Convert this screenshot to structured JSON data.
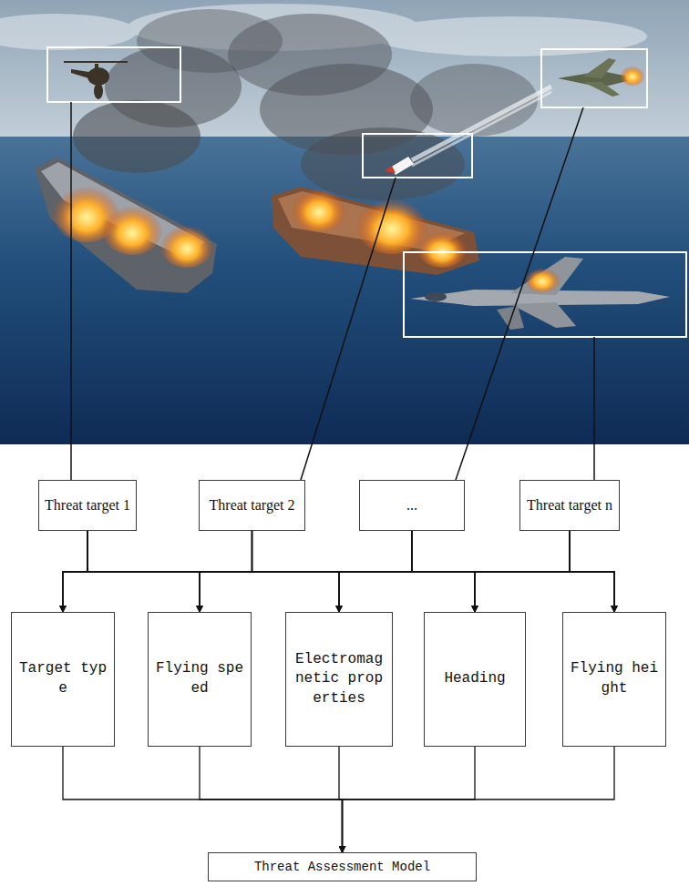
{
  "diagram": {
    "nodes": [
      {
        "text": [
          "Threat target 1"
        ]
      },
      {
        "text": [
          "Threat target 2"
        ]
      },
      {
        "text": [
          "..."
        ]
      },
      {
        "text": [
          "Threat target n"
        ]
      },
      {
        "text": [
          "Target type"
        ]
      },
      {
        "text": [
          "Flying speed"
        ]
      },
      {
        "text": [
          "Electromagnetic properties"
        ]
      },
      {
        "text": [
          "Heading"
        ]
      },
      {
        "text": [
          "Flying height"
        ]
      },
      {
        "text": [
          "Threat Assessment Model"
        ]
      }
    ],
    "edges": [
      {
        "from": 0,
        "to": 4,
        "arrow": "to"
      },
      {
        "from": 0,
        "to": 5,
        "arrow": "to"
      },
      {
        "from": 0,
        "to": 6,
        "arrow": "to"
      },
      {
        "from": 0,
        "to": 7,
        "arrow": "to"
      },
      {
        "from": 0,
        "to": 8,
        "arrow": "to"
      },
      {
        "from": 1,
        "to": 4,
        "arrow": "to"
      },
      {
        "from": 1,
        "to": 5,
        "arrow": "to"
      },
      {
        "from": 1,
        "to": 6,
        "arrow": "to"
      },
      {
        "from": 1,
        "to": 7,
        "arrow": "to"
      },
      {
        "from": 1,
        "to": 8,
        "arrow": "to"
      },
      {
        "from": 2,
        "to": 4,
        "arrow": "to"
      },
      {
        "from": 2,
        "to": 5,
        "arrow": "to"
      },
      {
        "from": 2,
        "to": 6,
        "arrow": "to"
      },
      {
        "from": 2,
        "to": 7,
        "arrow": "to"
      },
      {
        "from": 2,
        "to": 8,
        "arrow": "to"
      },
      {
        "from": 3,
        "to": 4,
        "arrow": "to"
      },
      {
        "from": 3,
        "to": 5,
        "arrow": "to"
      },
      {
        "from": 3,
        "to": 6,
        "arrow": "to"
      },
      {
        "from": 3,
        "to": 7,
        "arrow": "to"
      },
      {
        "from": 3,
        "to": 8,
        "arrow": "to"
      },
      {
        "from": 4,
        "to": 9,
        "arrow": "to"
      },
      {
        "from": 5,
        "to": 9,
        "arrow": "to"
      },
      {
        "from": 6,
        "to": 9,
        "arrow": "to"
      },
      {
        "from": 7,
        "to": 9,
        "arrow": "to"
      },
      {
        "from": 8,
        "to": 9,
        "arrow": "to"
      }
    ]
  }
}
